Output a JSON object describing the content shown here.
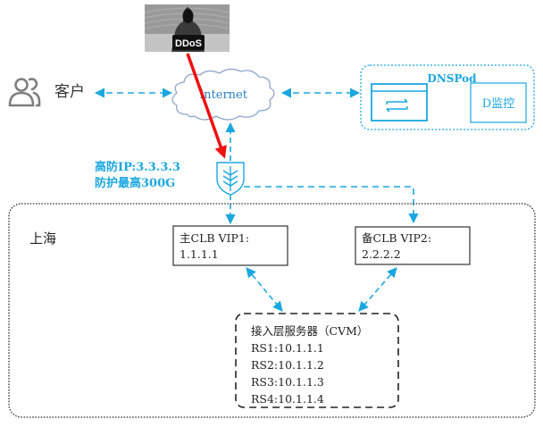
{
  "colors": {
    "accent": "#1aa7e0",
    "attack": "#ee1111",
    "text": "#222222",
    "gray_icon": "#7f7f7f"
  },
  "attacker": {
    "label": "DDoS"
  },
  "client": {
    "label": "客户",
    "icon": "users-icon"
  },
  "internet": {
    "label": "Internet",
    "icon": "cloud-icon"
  },
  "dnspod": {
    "title": "DNSPod",
    "switch_icon": "switch-arrows-icon",
    "monitor_label": "D监控"
  },
  "anti_ddos": {
    "line1": "高防IP:3.3.3.3",
    "line2": "防护最高300G",
    "icon": "shield-icon"
  },
  "region": {
    "label": "上海"
  },
  "clb_primary": {
    "line1": "主CLB VIP1:",
    "line2": "1.1.1.1"
  },
  "clb_backup": {
    "line1": "备CLB VIP2:",
    "line2": "2.2.2.2"
  },
  "servers": {
    "title": "接入层服务器（CVM）",
    "items": [
      "RS1:10.1.1.1",
      "RS2:10.1.1.2",
      "RS3:10.1.1.3",
      "RS4:10.1.1.4"
    ]
  }
}
